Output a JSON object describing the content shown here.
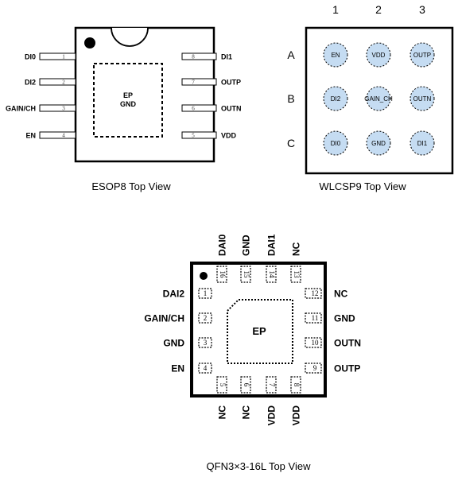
{
  "esop8": {
    "caption": "ESOP8 Top View",
    "ep_label_1": "EP",
    "ep_label_2": "GND",
    "left_pins": [
      {
        "name": "DI0",
        "num": "1"
      },
      {
        "name": "DI2",
        "num": "2"
      },
      {
        "name": "GAIN/CH",
        "num": "3"
      },
      {
        "name": "EN",
        "num": "4"
      }
    ],
    "right_pins": [
      {
        "name": "DI1",
        "num": "8"
      },
      {
        "name": "OUTP",
        "num": "7"
      },
      {
        "name": "OUTN",
        "num": "6"
      },
      {
        "name": "VDD",
        "num": "5"
      }
    ]
  },
  "wlcsp9": {
    "caption": "WLCSP9 Top View",
    "cols": [
      "1",
      "2",
      "3"
    ],
    "rows": [
      "A",
      "B",
      "C"
    ],
    "balls": [
      [
        "EN",
        "VDD",
        "OUTP"
      ],
      [
        "DI2",
        "GAIN_CH",
        "OUTN"
      ],
      [
        "DI0",
        "GND",
        "DI1"
      ]
    ],
    "ball_color": "#c5dcf2"
  },
  "qfn16": {
    "caption": "QFN3×3-16L Top View",
    "ep_label": "EP",
    "left_pins": [
      {
        "name": "DAI2",
        "num": "1"
      },
      {
        "name": "GAIN/CH",
        "num": "2"
      },
      {
        "name": "GND",
        "num": "3"
      },
      {
        "name": "EN",
        "num": "4"
      }
    ],
    "bottom_pins": [
      {
        "name": "NC",
        "num": "5"
      },
      {
        "name": "NC",
        "num": "6"
      },
      {
        "name": "VDD",
        "num": "7"
      },
      {
        "name": "VDD",
        "num": "8"
      }
    ],
    "right_pins": [
      {
        "name": "OUTP",
        "num": "9"
      },
      {
        "name": "OUTN",
        "num": "10"
      },
      {
        "name": "GND",
        "num": "11"
      },
      {
        "name": "NC",
        "num": "12"
      }
    ],
    "top_pins": [
      {
        "name": "NC",
        "num": "13"
      },
      {
        "name": "DAI1",
        "num": "14"
      },
      {
        "name": "GND",
        "num": "15"
      },
      {
        "name": "DAI0",
        "num": "16"
      }
    ]
  }
}
